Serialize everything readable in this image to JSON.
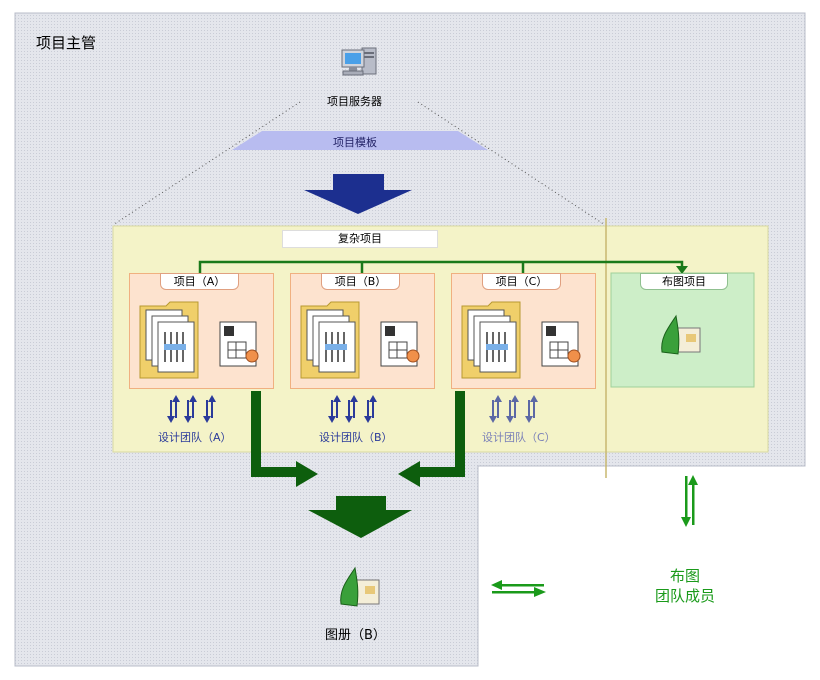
{
  "manager_title": "项目主管",
  "server_label": "项目服务器",
  "template_label": "项目模板",
  "complex_label": "复杂项目",
  "projects": [
    {
      "label": "项目（A）",
      "team": "设计团队（A）"
    },
    {
      "label": "项目（B）",
      "team": "设计团队（B）"
    },
    {
      "label": "项目（C）",
      "team": "设计团队（C）"
    }
  ],
  "layout_project_label": "布图项目",
  "sheetset_label": "图册（B）",
  "layout_team": {
    "line1": "布图",
    "line2": "团队成员"
  },
  "colors": {
    "team_blue": "#2a3a9a",
    "dark_green": "#0d5e0d",
    "accent_green": "#1a9a1a",
    "navy_arrow": "#1c2f8f"
  },
  "icons": [
    "server-icon",
    "folder-icon",
    "sheet-icon",
    "sheetset-icon"
  ]
}
